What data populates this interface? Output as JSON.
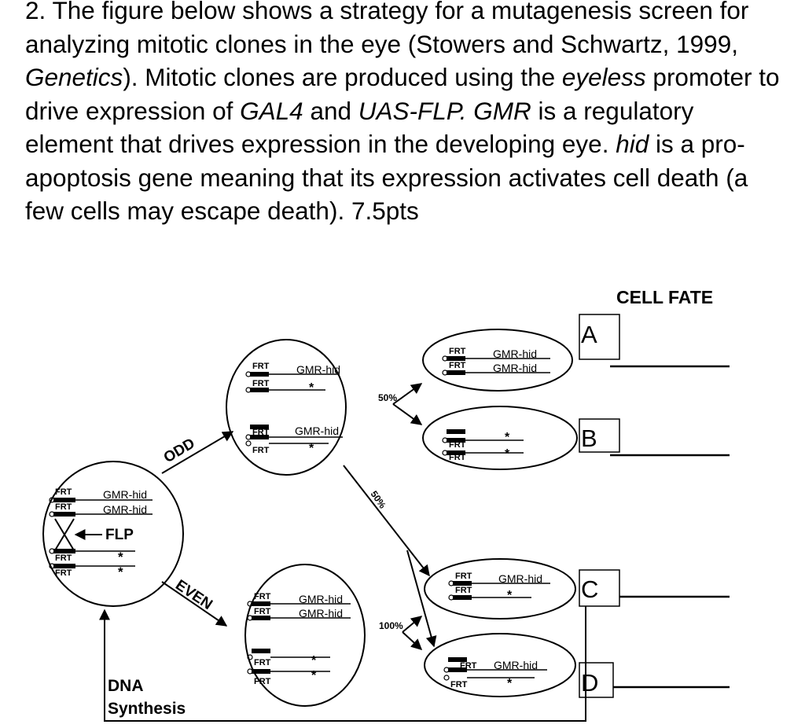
{
  "question": {
    "p1": "2. The figure below shows a strategy for a mutagenesis screen for analyzing mitotic clones in the eye (Stowers and Schwartz, 1999, ",
    "p1_it": "Genetics",
    "p2": ").  Mitotic clones are produced using the ",
    "p2_it": "eyeless",
    "p3": " promoter to drive expression of ",
    "p3_it": "GAL4",
    "p4": " and ",
    "p4_it": "UAS-FLP.",
    "p5": "  ",
    "p5_it": "GMR",
    "p6": " is a regulatory element that drives expression in the developing eye.  ",
    "p6_it": "hid",
    "p7": " is a pro-apoptosis gene meaning that its expression activates cell death (a few cells may escape death). 7.5pts"
  },
  "diagram": {
    "cell_fate_title": "CELL FATE",
    "boxes": {
      "a": "A",
      "b": "B",
      "c": "C",
      "d": "D"
    },
    "labels": {
      "frt": "FRT",
      "gmr_hid": "GMR-hid",
      "star": "*",
      "flp": "FLP",
      "odd": "ODD",
      "even": "EVEN",
      "dna": "DNA",
      "synthesis": "Synthesis",
      "pct_50_top": "50%",
      "pct_50_diag": "50%",
      "pct_100": "100%"
    }
  }
}
